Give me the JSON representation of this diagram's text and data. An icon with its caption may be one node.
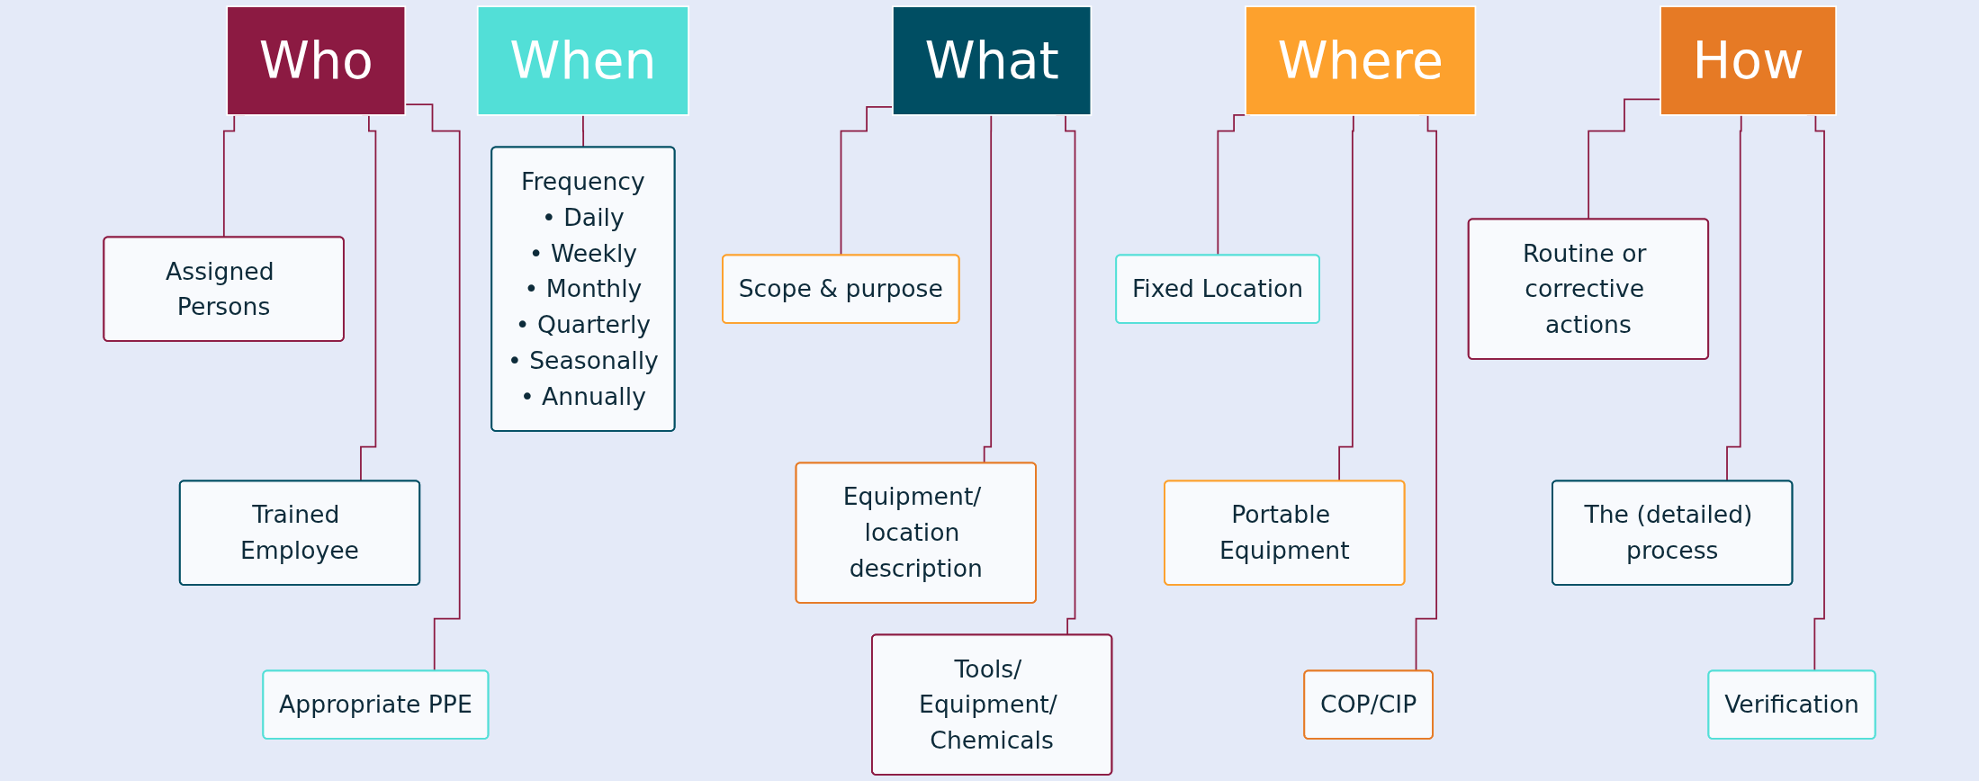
{
  "diagram": {
    "nodes": [
      {
        "text": [
          "Who"
        ]
      },
      {
        "text": [
          "Assigned Persons"
        ]
      },
      {
        "text": [
          "Trained Employee"
        ]
      },
      {
        "text": [
          "Appropriate PPE"
        ]
      },
      {
        "text": [
          "What"
        ]
      },
      {
        "text": [
          "Scope & purpose"
        ]
      },
      {
        "text": [
          "Equipment/ location description"
        ]
      },
      {
        "text": [
          "Tools/ Equipment/ Chemicals"
        ]
      },
      {
        "text": [
          "When"
        ]
      },
      {
        "text": [
          "Frequency",
          "• Daily",
          "• Weekly",
          "• Monthly",
          "• Quarterly",
          "• Seasonally",
          "• Annually"
        ]
      },
      {
        "text": [
          "Where"
        ]
      },
      {
        "text": [
          "Fixed Location"
        ]
      },
      {
        "text": [
          "Portable Equipment"
        ]
      },
      {
        "text": [
          "COP/CIP"
        ]
      },
      {
        "text": [
          "How"
        ]
      },
      {
        "text": [
          "Routine or corrective actions"
        ]
      },
      {
        "text": [
          "The (detailed) process"
        ]
      },
      {
        "text": [
          "Verification"
        ]
      }
    ],
    "edges": [
      {
        "from": 0,
        "to": 1,
        "arrow": "none"
      },
      {
        "from": 0,
        "to": 2,
        "arrow": "none"
      },
      {
        "from": 0,
        "to": 3,
        "arrow": "none"
      },
      {
        "from": 4,
        "to": 5,
        "arrow": "none"
      },
      {
        "from": 4,
        "to": 6,
        "arrow": "none"
      },
      {
        "from": 4,
        "to": 7,
        "arrow": "none"
      },
      {
        "from": 8,
        "to": 9,
        "arrow": "none"
      },
      {
        "from": 10,
        "to": 11,
        "arrow": "none"
      },
      {
        "from": 10,
        "to": 12,
        "arrow": "none"
      },
      {
        "from": 10,
        "to": 13,
        "arrow": "none"
      },
      {
        "from": 14,
        "to": 15,
        "arrow": "none"
      },
      {
        "from": 14,
        "to": 16,
        "arrow": "none"
      },
      {
        "from": 14,
        "to": 17,
        "arrow": "none"
      }
    ]
  }
}
